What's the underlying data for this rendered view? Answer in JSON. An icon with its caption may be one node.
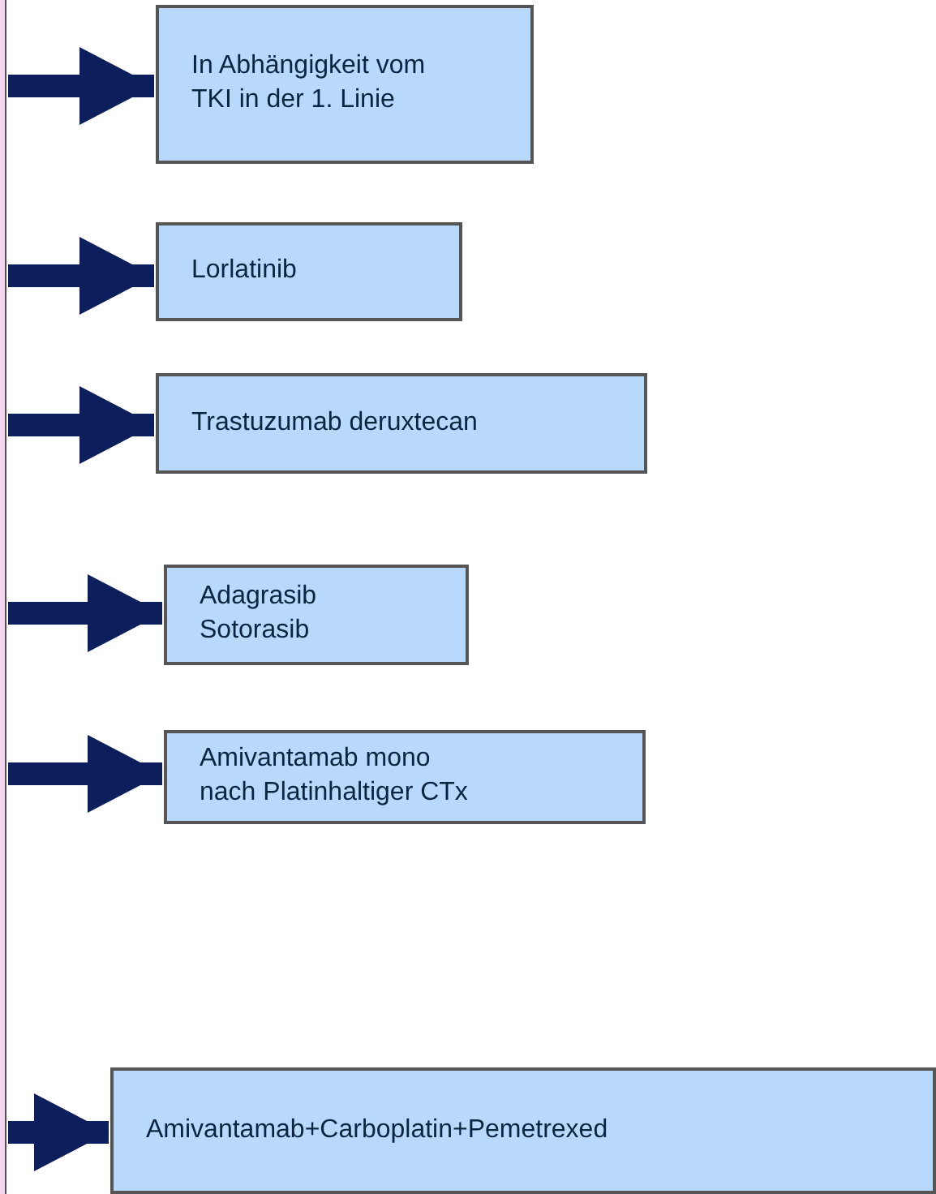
{
  "diagram": {
    "nodes": [
      {
        "text": [
          "In Abhängigkeit vom TKI in der 1. Linie"
        ]
      },
      {
        "text": [
          "Lorlatinib"
        ]
      },
      {
        "text": [
          "Trastuzumab deruxtecan"
        ]
      },
      {
        "text": [
          "Adagrasib Sotorasib"
        ]
      },
      {
        "text": [
          "Amivantamab mono nach Platinhaltiger CTx"
        ]
      },
      {
        "text": [
          "Amivantamab+Carboplatin+Pemetrexed"
        ]
      }
    ],
    "edges": [
      {
        "from": null,
        "to": 0,
        "arrow": "to"
      },
      {
        "from": null,
        "to": 1,
        "arrow": "to"
      },
      {
        "from": null,
        "to": 2,
        "arrow": "to"
      },
      {
        "from": null,
        "to": 3,
        "arrow": "to"
      },
      {
        "from": null,
        "to": 4,
        "arrow": "to"
      },
      {
        "from": null,
        "to": 5,
        "arrow": "to"
      }
    ]
  }
}
